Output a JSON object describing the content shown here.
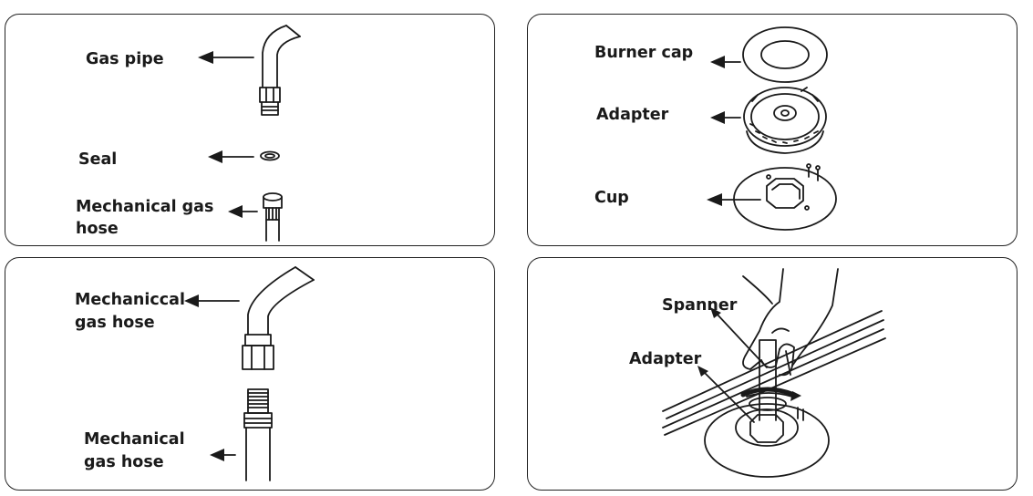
{
  "panels": [
    {
      "labels": {
        "gas_pipe": "Gas pipe",
        "seal": "Seal",
        "hose_line1": "Mechanical gas",
        "hose_line2": "hose"
      }
    },
    {
      "labels": {
        "burner_cap": "Burner cap",
        "adapter": "Adapter",
        "cup": "Cup"
      }
    },
    {
      "labels": {
        "top_line1": "Mechaniccal",
        "top_line2": "gas hose",
        "bottom_line1": "Mechanical",
        "bottom_line2": "gas hose"
      }
    },
    {
      "labels": {
        "spanner": "Spanner",
        "adapter": "Adapter"
      }
    }
  ]
}
